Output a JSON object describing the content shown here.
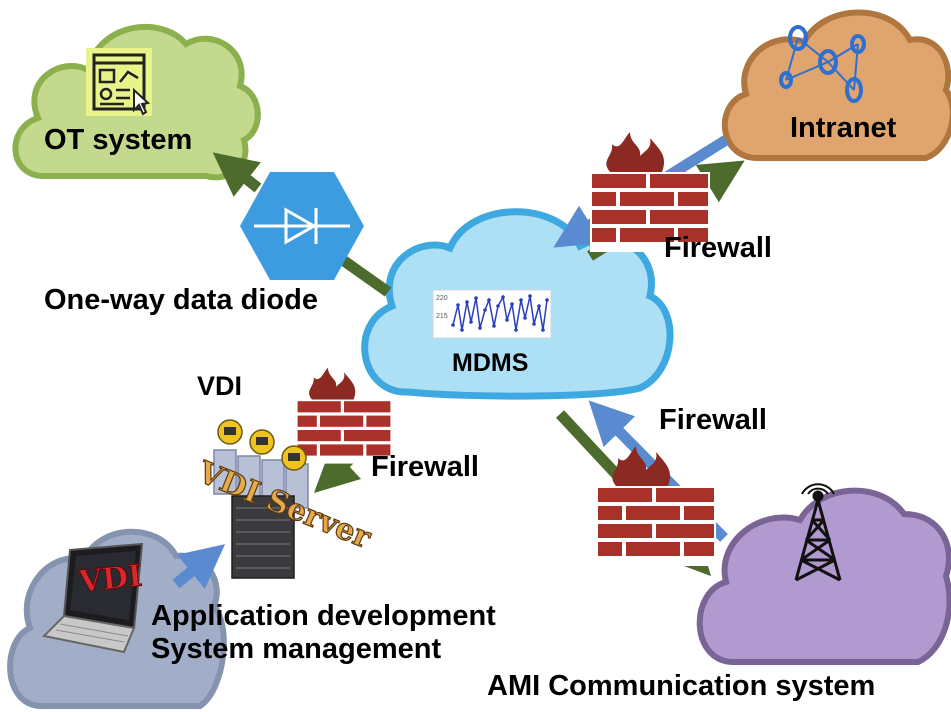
{
  "nodes": {
    "ot_system": "OT system",
    "intranet": "Intranet",
    "mdms": "MDMS",
    "ami": "AMI Communication system",
    "diode": "One-way data diode",
    "vdi": "VDI",
    "vdi_server_logo": "VDI Server",
    "laptop_logo": "VDI",
    "app_line1": "Application development",
    "app_line2": "System management"
  },
  "firewalls": {
    "intranet_fw": "Firewall",
    "ami_fw": "Firewall",
    "vdi_fw": "Firewall"
  },
  "mdms_chart": {
    "tick_top": "220",
    "tick_mid": "215"
  },
  "colors": {
    "ot_cloud": "#c3d98d",
    "intranet_cloud": "#e0a46e",
    "mdms_cloud": "#aee0f5",
    "ami_cloud": "#b19ad0",
    "user_cloud": "#a2aec8",
    "arrow_green": "#4e6b2e",
    "arrow_blue": "#5a8bd0",
    "brick_red": "#a8312a",
    "diode_blue": "#3d9be0"
  }
}
